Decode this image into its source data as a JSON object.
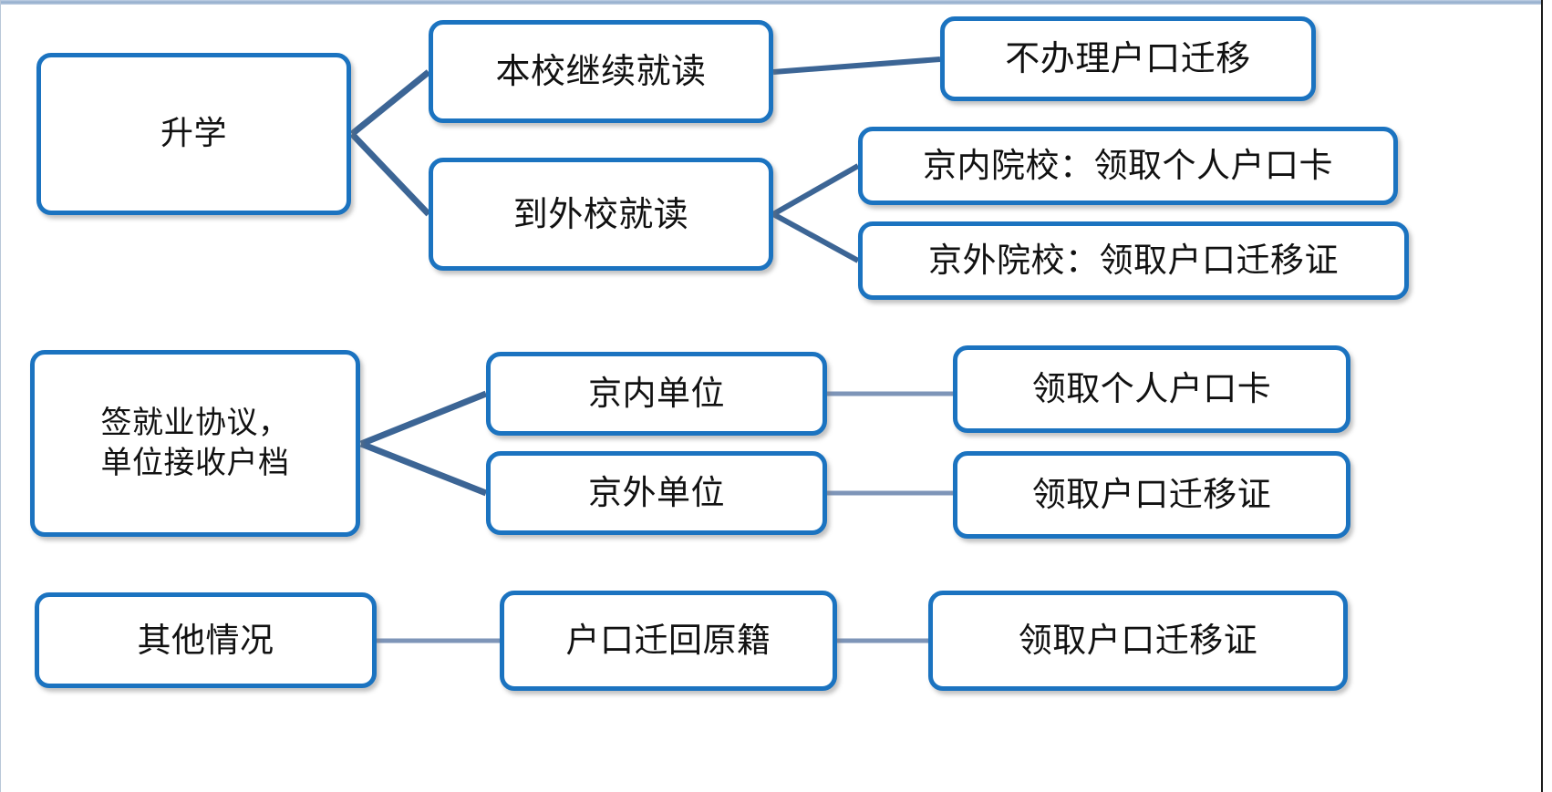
{
  "diagram": {
    "title_visible": false,
    "colors": {
      "node_border": "#1b73c0",
      "node_fill": "#ffffff",
      "connector_dark": "#3c6595",
      "connector_light": "#7e95b8",
      "text": "#111111",
      "top_rule": "#94aecd"
    },
    "nodes": {
      "shengxue": "升学",
      "benxiao": "本校继续就读",
      "waixiao": "到外校就读",
      "nomove": "不办理户口迁移",
      "jingnei_yuanxiao": "京内院校：领取个人户口卡",
      "jingwai_yuanxiao": "京外院校：领取户口迁移证",
      "qianjiuye": "签就业协议，\n单位接收户档",
      "jingnei_danwei": "京内单位",
      "jingwai_danwei": "京外单位",
      "card_1": "领取个人户口卡",
      "cert_1": "领取户口迁移证",
      "qita": "其他情况",
      "huiyuanji": "户口迁回原籍",
      "cert_2": "领取户口迁移证"
    },
    "branches": [
      {
        "id": "branch-shengxue",
        "root": "升学",
        "children": [
          {
            "label": "本校继续就读",
            "children": [
              "不办理户口迁移"
            ]
          },
          {
            "label": "到外校就读",
            "children": [
              "京内院校：领取个人户口卡",
              "京外院校：领取户口迁移证"
            ]
          }
        ]
      },
      {
        "id": "branch-jiuye",
        "root": "签就业协议，单位接收户档",
        "children": [
          {
            "label": "京内单位",
            "children": [
              "领取个人户口卡"
            ]
          },
          {
            "label": "京外单位",
            "children": [
              "领取户口迁移证"
            ]
          }
        ]
      },
      {
        "id": "branch-qita",
        "root": "其他情况",
        "children": [
          {
            "label": "户口迁回原籍",
            "children": [
              "领取户口迁移证"
            ]
          }
        ]
      }
    ]
  }
}
